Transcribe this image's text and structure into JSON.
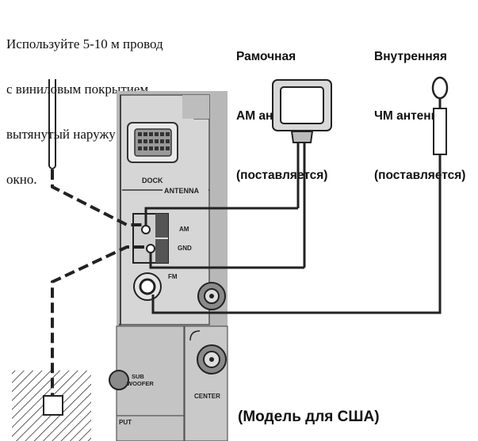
{
  "outdoor_wire_note": {
    "lines": [
      "Используйте 5-10 м провод",
      "с виниловым покрытием,",
      "вытянутый наружу через",
      "окно."
    ]
  },
  "am_antenna": {
    "lines": [
      "Рамочная",
      "АМ антенна",
      "(поставляется)"
    ]
  },
  "fm_antenna": {
    "lines": [
      "Внутренняя",
      "ЧМ антенна",
      "(поставляется)"
    ]
  },
  "panel_labels": {
    "dock": "DOCK",
    "antenna": "ANTENNA",
    "am": "AM",
    "gnd": "GND",
    "fm": "FM",
    "sub_woofer_1": "SUB",
    "sub_woofer_2": "WOOFER",
    "center": "CENTER",
    "put": "PUT"
  },
  "model_note": "(Модель для США)"
}
